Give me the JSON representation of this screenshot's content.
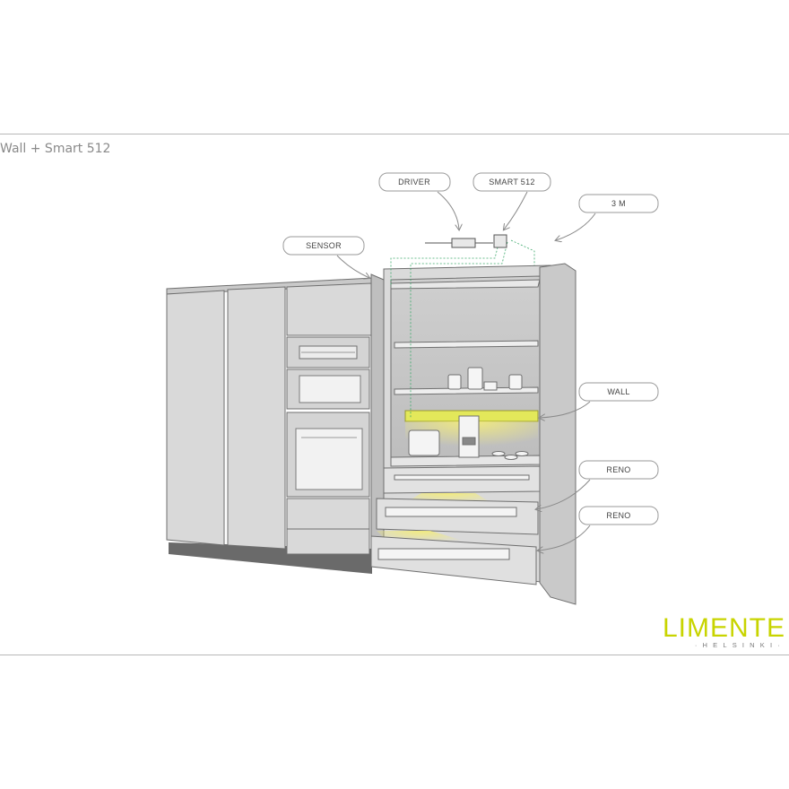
{
  "page": {
    "title": "Wall  + Smart 512"
  },
  "callouts": {
    "driver": "DRIVER",
    "smart": "SMART 512",
    "three_m": "3 M",
    "sensor": "SENSOR",
    "wall": "WALL",
    "reno_upper": "RENO",
    "reno_lower": "RENO"
  },
  "logo": {
    "brand": "LIMENTE",
    "sub": "·HELSINKI·",
    "color": "#c8d400"
  },
  "colors": {
    "light": "#e3e85a",
    "glow": "#efe88a",
    "wire": "#3aa86a",
    "cabinet": "#d9d9d9",
    "outline": "#6f6f6f"
  }
}
